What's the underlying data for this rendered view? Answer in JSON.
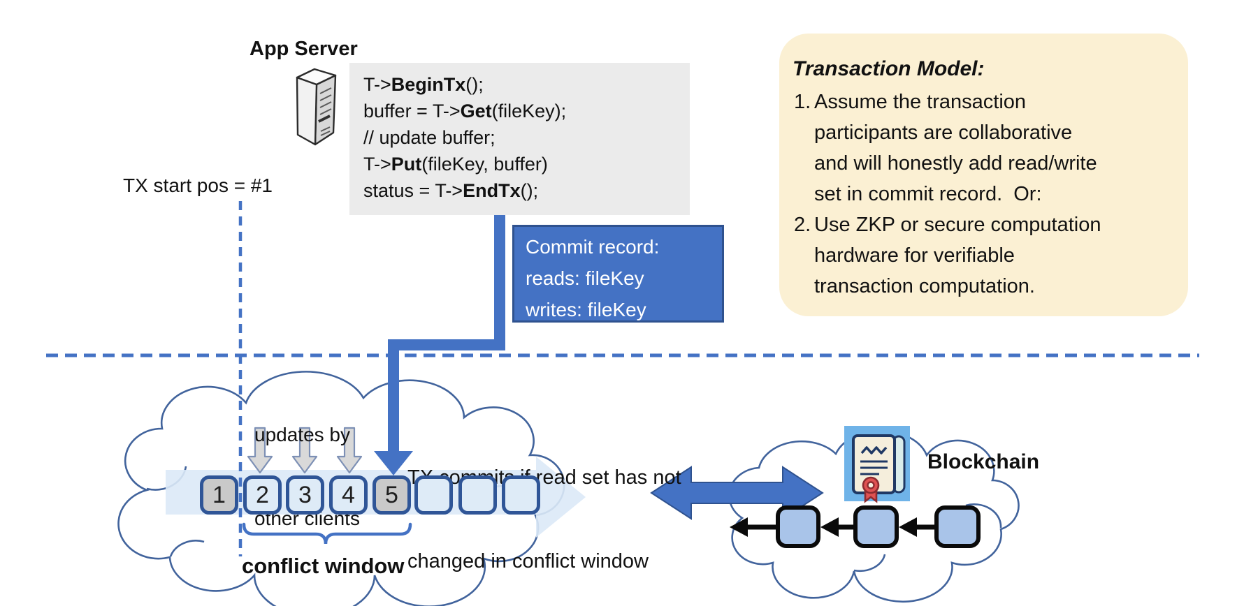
{
  "colors": {
    "accent": "#4472C4",
    "accent_dark": "#2F528F",
    "cell_border": "#2F5597",
    "cell_light": "#DEEBF7",
    "cell_gray": "#C9C9C9",
    "pale_arrow": "#DCE9F7",
    "cloud_stroke": "#41639C",
    "note_bg": "#FBF0D3",
    "code_bg": "#EBEBEB",
    "block_fill": "#A9C4E9",
    "icon_bg": "#6FB3E8",
    "scroll_bg": "#F5EEDC",
    "scroll_ink": "#1F3864",
    "seal_red": "#E05252",
    "arrow_gray": "#D9D9D9",
    "arrow_gray_stroke": "#7D90B5",
    "text": "#111111",
    "commit_text": "#FFFFFF"
  },
  "header": {
    "app_server": "App Server"
  },
  "code": {
    "lines": [
      {
        "pre": "T->",
        "bold": "BeginTx",
        "post": "();"
      },
      {
        "pre": "buffer = T->",
        "bold": "Get",
        "post": "(fileKey);"
      },
      {
        "pre": "// update buffer;",
        "bold": "",
        "post": ""
      },
      {
        "pre": "T->",
        "bold": "Put",
        "post": "(fileKey, buffer)"
      },
      {
        "pre": "status = T->",
        "bold": "EndTx",
        "post": "();"
      }
    ]
  },
  "commit_record": {
    "lines": [
      "Commit record:",
      "reads: fileKey",
      "writes: fileKey"
    ]
  },
  "note": {
    "title": "Transaction Model:",
    "items": [
      {
        "num": "1.",
        "lines": [
          "Assume the transaction",
          "participants are collaborative",
          "and will honestly add read/write",
          "set in commit record.  Or:"
        ]
      },
      {
        "num": "2.",
        "lines": [
          "Use ZKP or secure computation",
          "hardware for verifiable",
          "transaction computation."
        ]
      }
    ]
  },
  "labels": {
    "tx_start": "TX start pos = #1",
    "updates_1": "updates by",
    "updates_2": "other clients",
    "commits_1": "TX commits if read set has not",
    "commits_2": "changed in conflict window",
    "conflict_window": "conflict window",
    "blockchain": "Blockchain"
  },
  "timeline": {
    "squares": [
      {
        "label": "1",
        "variant": "gray"
      },
      {
        "label": "2",
        "variant": "light"
      },
      {
        "label": "3",
        "variant": "light"
      },
      {
        "label": "4",
        "variant": "light"
      },
      {
        "label": "5",
        "variant": "gray"
      },
      {
        "label": "",
        "variant": "light"
      },
      {
        "label": "",
        "variant": "light"
      },
      {
        "label": "",
        "variant": "light"
      }
    ]
  }
}
